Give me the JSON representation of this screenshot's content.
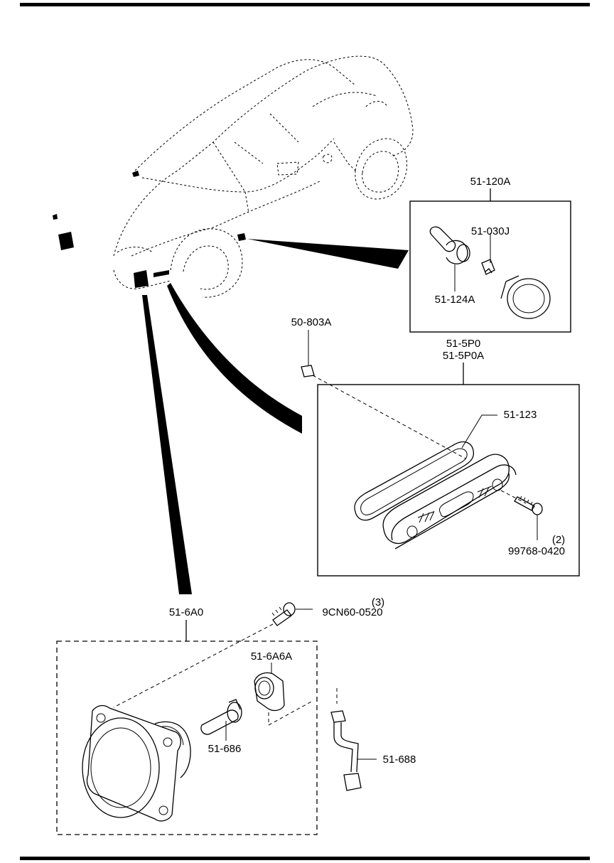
{
  "labels": {
    "fog_assembly": "51-6A0",
    "fog_screw": "9CN60-0520",
    "fog_screw_qty": "(3)",
    "fog_socket": "51-6A6A",
    "fog_bulb": "51-686",
    "fog_harness": "51-688",
    "turn_assembly": "51-120A",
    "turn_bulb": "51-030J",
    "turn_socket": "51-124A",
    "side_clip": "50-803A",
    "side_assembly_1": "51-5P0",
    "side_assembly_2": "51-5P0A",
    "side_gasket": "51-123",
    "side_screw": "99768-0420",
    "side_screw_qty": "(2)"
  }
}
